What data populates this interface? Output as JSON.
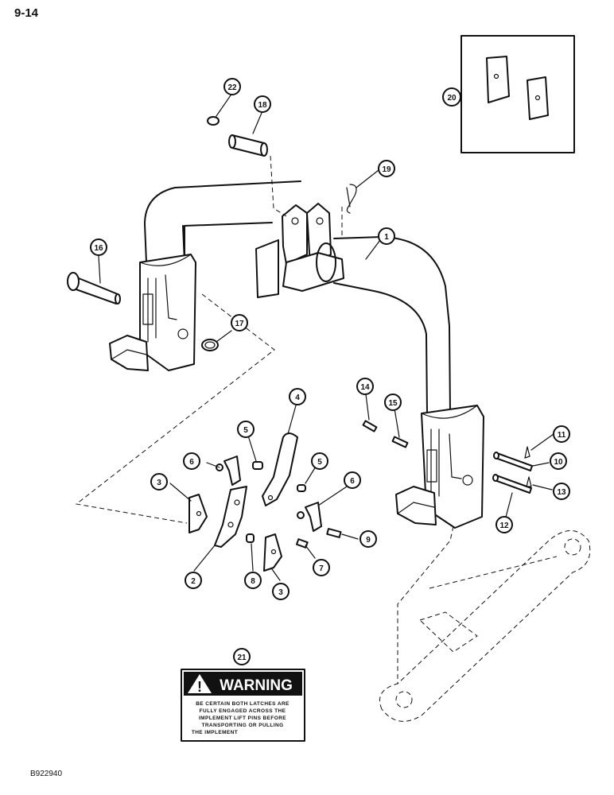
{
  "page_number": "9-14",
  "figure_code": "B922940",
  "callouts": [
    "22",
    "18",
    "19",
    "20",
    "16",
    "1",
    "17",
    "14",
    "15",
    "4",
    "5",
    "5",
    "6",
    "6",
    "3",
    "11",
    "10",
    "13",
    "12",
    "2",
    "8",
    "3",
    "7",
    "9",
    "21"
  ],
  "warning": {
    "heading": "WARNING",
    "symbol": "!",
    "lines": [
      "BE CERTAIN BOTH LATCHES ARE",
      "FULLY ENGAGED ACROSS THE",
      "IMPLEMENT LIFT PINS BEFORE",
      "TRANSPORTING OR PULLING",
      "THE IMPLEMENT"
    ]
  }
}
